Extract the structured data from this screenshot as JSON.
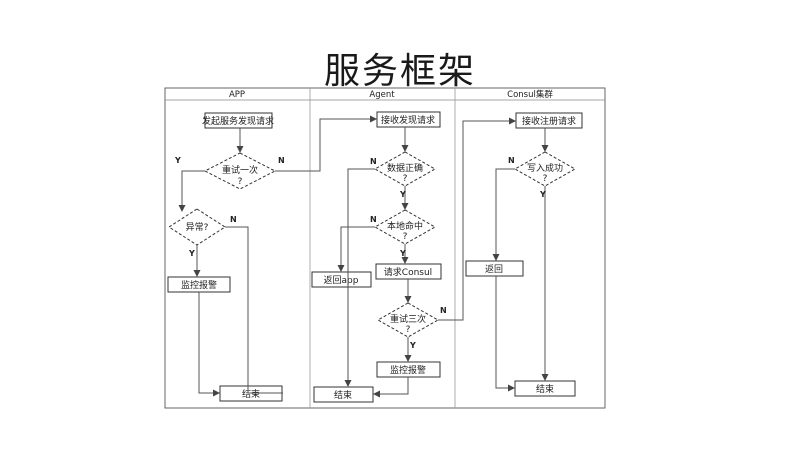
{
  "title": "服务框架",
  "lanes": {
    "app": "APP",
    "agent": "Agent",
    "consul": "Consul集群"
  },
  "app": {
    "start": "发起服务发现请求",
    "retry_once": "重试一次",
    "exception": "异常?",
    "alarm": "监控报警",
    "end": "结束"
  },
  "agent": {
    "receive": "接收发现请求",
    "data_ok": "数据正确",
    "cache_hit": "本地命中",
    "return_app": "返回app",
    "request_consul": "请求Consul",
    "retry_three": "重试三次",
    "alarm": "监控报警",
    "end": "结束"
  },
  "consul": {
    "receive": "接收注册请求",
    "write_ok": "写入成功",
    "return": "返回",
    "end": "结束"
  },
  "markers": {
    "yes": "Y",
    "no": "N",
    "q": "?"
  },
  "colors": {
    "stroke": "#333333",
    "header_line": "#888888"
  }
}
